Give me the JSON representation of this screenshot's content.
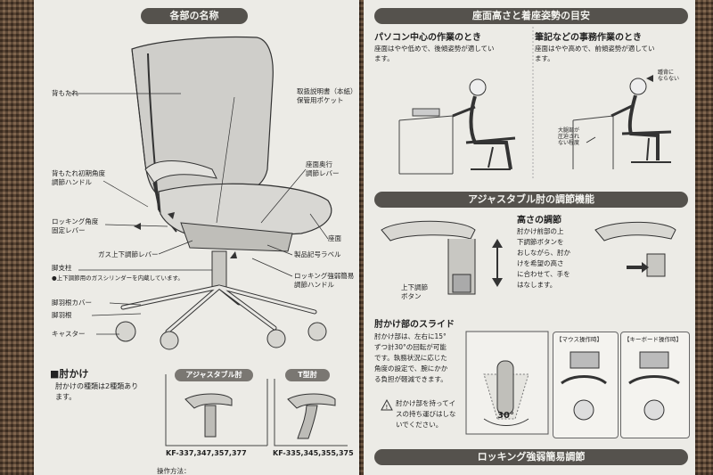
{
  "left": {
    "header": "各部の名称",
    "labels": {
      "backrest": "背もたれ",
      "backrest_angle": [
        "背もたれ初期角度",
        "調節ハンドル"
      ],
      "manual_pocket": [
        "取扱説明書（本紙）",
        "保管用ポケット"
      ],
      "seat_depth": [
        "座面奥行",
        "調節レバー"
      ],
      "rocking_lock": [
        "ロッキング角度",
        "固定レバー"
      ],
      "seat": "座面",
      "gas_lever": "ガス上下調節レバー",
      "product_label": "製品記号ラベル",
      "leg_column": "脚支柱",
      "leg_column_note": "●上下調節用のガスシリンダーを内蔵しています。",
      "rocking_strength": [
        "ロッキング強弱簡易",
        "調節ハンドル"
      ],
      "leg_cover": "脚羽根カバー",
      "leg": "脚羽根",
      "caster": "キャスター"
    },
    "armrest": {
      "title": "■肘かけ",
      "desc": [
        "肘かけの種類は2種類あり",
        "ます。"
      ],
      "adjustable_tag": "アジャスタブル肘",
      "t_tag": "T型肘",
      "adjustable_models": "KF-337,347,357,377",
      "t_models": "KF-335,345,355,375"
    },
    "footer_fragment": "操作方法："
  },
  "right": {
    "header1": "座面高さと着座姿勢の目安",
    "pc_title": "パソコン中心の作業のとき",
    "pc_desc": [
      "座面はやや低めで、後傾姿勢が適してい",
      "ます。"
    ],
    "writing_title": "筆記などの事務作業のとき",
    "writing_desc": [
      "座面はやや高めで、前傾姿勢が適してい",
      "ます。"
    ],
    "not_hang": [
      "踵背に",
      "ならない"
    ],
    "thigh_note": [
      "大腿部が",
      "圧迫され",
      "ない程度"
    ],
    "header2": "アジャスタブル肘の調節機能",
    "height_title": "高さの調節",
    "height_desc": [
      "肘かけ前部の上",
      "下調節ボタンを",
      "おしながら、肘か",
      "けを希望の高さ",
      "に合わせて、手を",
      "はなします。"
    ],
    "button_label": [
      "上下調節",
      "ボタン"
    ],
    "slide_title": "肘かけ部のスライド",
    "slide_desc": [
      "肘かけ部は、左右に15°",
      "ずつ計30°の回転が可能",
      "です。執務状況に応じた",
      "角度の設定で、腕にかか",
      "る負担が軽減できます。"
    ],
    "warning": [
      "肘かけ部を持ってイ",
      "スの持ち運びはしな",
      "いでください。"
    ],
    "mouse_tag": "【マウス操作時】",
    "keyboard_tag": "【キーボード操作時】",
    "angle": "30°",
    "header3": "ロッキング強弱簡易調節"
  }
}
